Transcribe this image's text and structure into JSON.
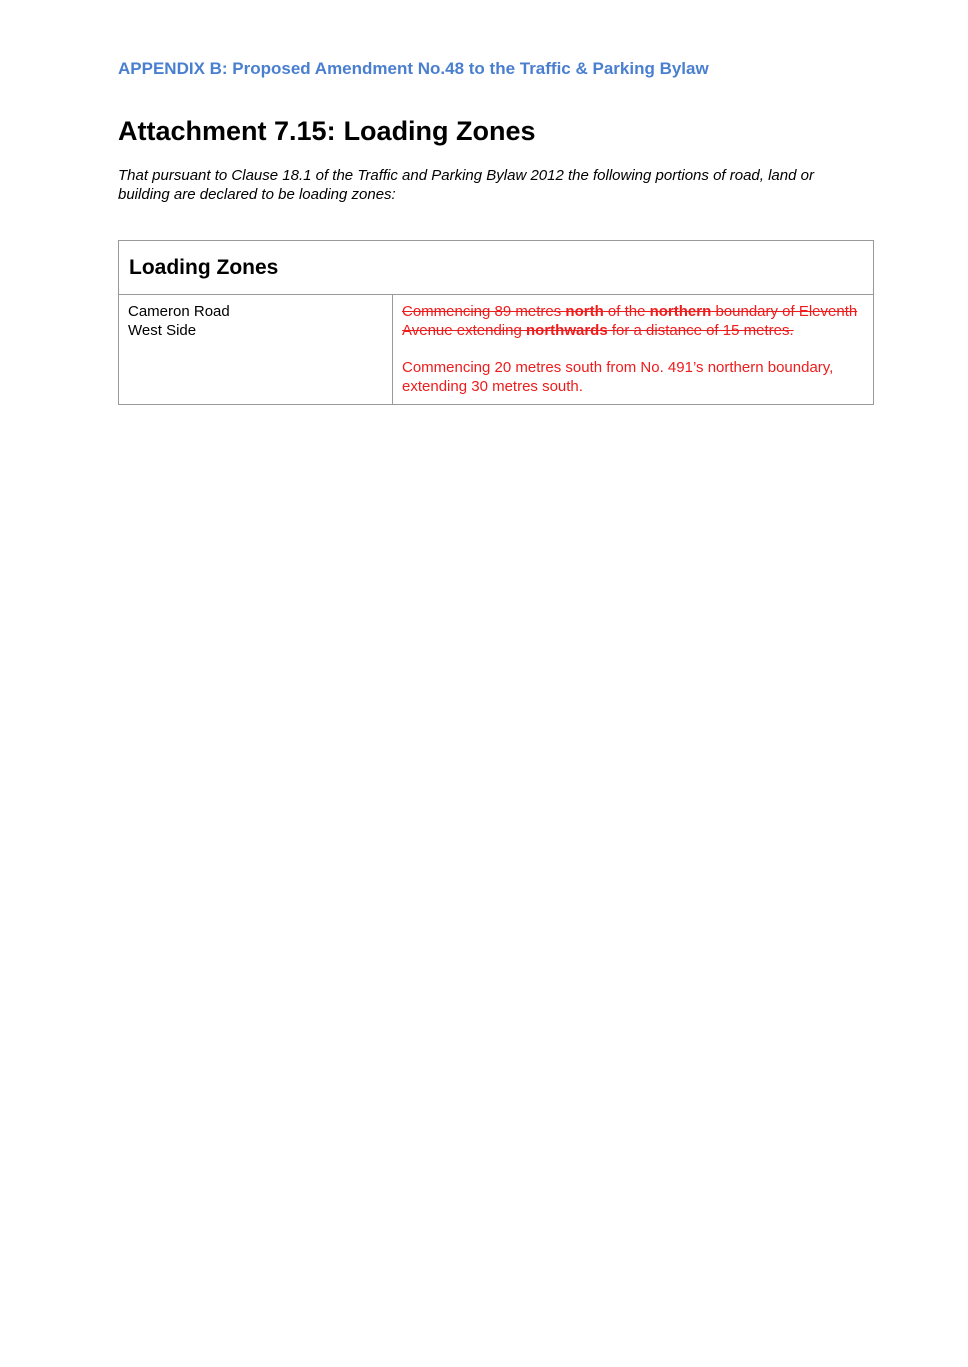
{
  "header": {
    "appendix": "APPENDIX B: Proposed Amendment No.48 to the Traffic & Parking Bylaw"
  },
  "title": {
    "number": "Attachment 7.15:",
    "name": "Loading Zones"
  },
  "intro": "That pursuant to Clause 18.1 of the Traffic and Parking Bylaw 2012 the following portions of road, land or building are declared to be loading zones:",
  "table": {
    "heading": "Loading Zones",
    "rows": [
      {
        "road": "Cameron Road",
        "side": "West Side",
        "deleted": {
          "part1": "Commencing 89 metres ",
          "bold1": "north",
          "part2": " of the ",
          "bold2": "northern",
          "part3": " boundary of Eleventh Avenue extending ",
          "bold3": "northwards",
          "part4": " for a distance of 15 metres."
        },
        "added": "Commencing 20 metres south from No. 491’s northern boundary, extending 30 metres south."
      }
    ]
  },
  "colors": {
    "header": "#4a7fd0",
    "amendment": "#ee1c1c"
  }
}
